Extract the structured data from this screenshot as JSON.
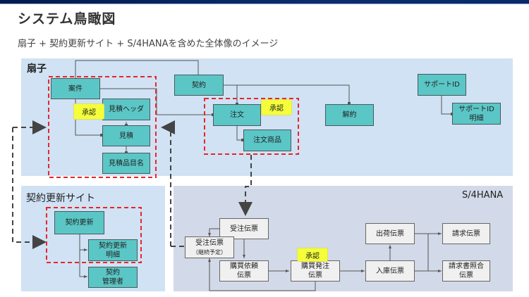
{
  "header": {
    "title": "システム鳥瞰図",
    "subtitle": "扇子 + 契約更新サイト + S/4HANAを含めた全体像のイメージ"
  },
  "colors": {
    "topbar": "#0a2d6e",
    "panel_blue": "#d0e2f4",
    "panel_hana": "#d2d9e8",
    "entity_teal": "#5bc6c6",
    "document_gray": "#f0f0f0",
    "approval_yellow": "#f4ff3a",
    "scope_red": "#e8262b",
    "flow_arrow": "#444444"
  },
  "panels": {
    "ougi": {
      "label": "扇子"
    },
    "site": {
      "label": "契約更新サイト"
    },
    "hana": {
      "label": "S/4HANA"
    }
  },
  "entities": {
    "anken": "案件",
    "mitsumori_header": "見積ヘッダ",
    "mitsumori": "見積",
    "mitsumori_item": "見積品目名",
    "keiyaku": "契約",
    "chumon": "注文",
    "chumon_item": "注文商品",
    "kaiyaku": "解約",
    "support_id": "サポートID",
    "support_detail_line1": "サポートID",
    "support_detail_line2": "明細",
    "renewal": "契約更新",
    "renewal_detail_line1": "契約更新",
    "renewal_detail_line2": "明細",
    "manager_line1": "契約",
    "manager_line2": "管理者"
  },
  "documents": {
    "sales_order": "受注伝票",
    "sales_order_cont_line1": "受注伝票",
    "sales_order_cont_line2": "（継続予定）",
    "purchase_req_line1": "購買依頼",
    "purchase_req_line2": "伝票",
    "purchase_order_line1": "購買発注",
    "purchase_order_line2": "伝票",
    "goods_receipt": "入庫伝票",
    "shipping": "出荷伝票",
    "billing": "請求伝票",
    "invoice_verify_line1": "請求書照合",
    "invoice_verify_line2": "伝票"
  },
  "badges": {
    "approval_1": "承認",
    "approval_2": "承認",
    "approval_3": "承認"
  }
}
